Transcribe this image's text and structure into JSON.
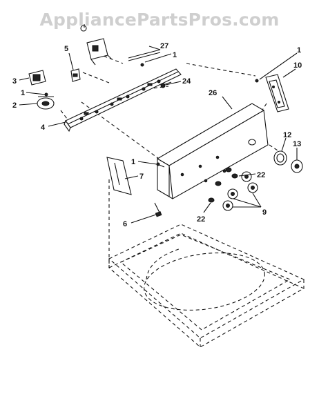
{
  "watermark": "AppliancePartsPros.com",
  "callouts": [
    {
      "id": "c-27",
      "text": "27"
    },
    {
      "id": "c-1a",
      "text": "1"
    },
    {
      "id": "c-5",
      "text": "5"
    },
    {
      "id": "c-3",
      "text": "3"
    },
    {
      "id": "c-1b",
      "text": "1"
    },
    {
      "id": "c-2",
      "text": "2"
    },
    {
      "id": "c-4",
      "text": "4"
    },
    {
      "id": "c-24",
      "text": "24"
    },
    {
      "id": "c-26",
      "text": "26"
    },
    {
      "id": "c-1c",
      "text": "1"
    },
    {
      "id": "c-10",
      "text": "10"
    },
    {
      "id": "c-12",
      "text": "12"
    },
    {
      "id": "c-13",
      "text": "13"
    },
    {
      "id": "c-1d",
      "text": "1"
    },
    {
      "id": "c-7",
      "text": "7"
    },
    {
      "id": "c-22a",
      "text": "22"
    },
    {
      "id": "c-9",
      "text": "9"
    },
    {
      "id": "c-22b",
      "text": "22"
    },
    {
      "id": "c-6",
      "text": "6"
    }
  ]
}
